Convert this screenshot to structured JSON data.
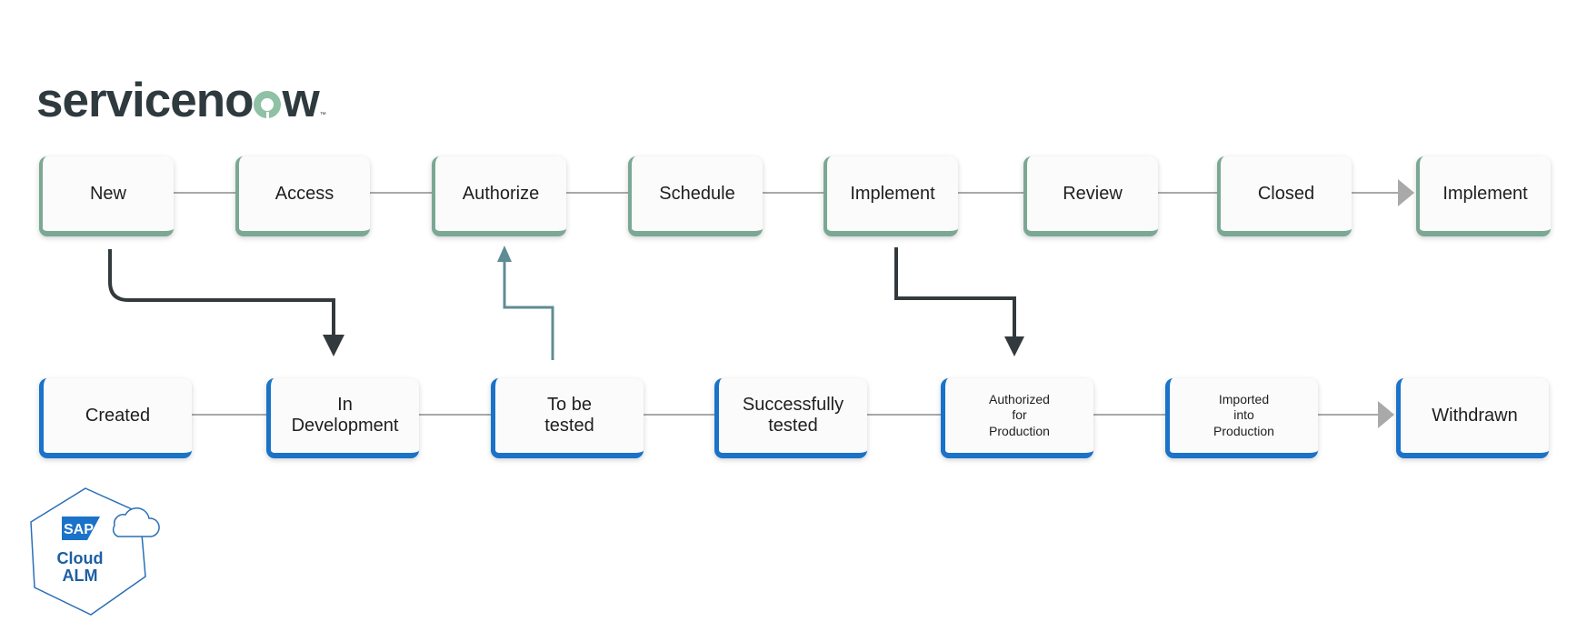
{
  "logo": {
    "servicenow": "servicenow",
    "servicenow_tm": "™"
  },
  "sap_badge": {
    "sap": "SAP",
    "line1": "Cloud",
    "line2": "ALM"
  },
  "colors": {
    "servicenow_green": "#7aa894",
    "sap_blue": "#1a72c9",
    "connector_gray": "#a9a9a9",
    "arrow_dark": "#333a3d",
    "arrow_teal": "#5f8c94"
  },
  "servicenow_flow": [
    {
      "id": "new",
      "label": "New"
    },
    {
      "id": "access",
      "label": "Access"
    },
    {
      "id": "authorize",
      "label": "Authorize"
    },
    {
      "id": "schedule",
      "label": "Schedule"
    },
    {
      "id": "implement",
      "label": "Implement"
    },
    {
      "id": "review",
      "label": "Review"
    },
    {
      "id": "closed",
      "label": "Closed"
    },
    {
      "id": "implement-2",
      "label": "Implement"
    }
  ],
  "sap_flow": [
    {
      "id": "created",
      "label": "Created"
    },
    {
      "id": "in-development",
      "label": "In\nDevelopment"
    },
    {
      "id": "to-be-tested",
      "label": "To be\ntested"
    },
    {
      "id": "successfully-tested",
      "label": "Successfully\ntested"
    },
    {
      "id": "authorized-for-production",
      "label": "Authorized\nfor\nProduction"
    },
    {
      "id": "imported-into-production",
      "label": "Imported\ninto\nProduction"
    },
    {
      "id": "withdrawn",
      "label": "Withdrawn"
    }
  ],
  "cross_links": [
    {
      "from": "new",
      "to": "in-development"
    },
    {
      "from": "to-be-tested",
      "to": "authorize"
    },
    {
      "from": "implement",
      "to": "authorized-for-production"
    }
  ]
}
